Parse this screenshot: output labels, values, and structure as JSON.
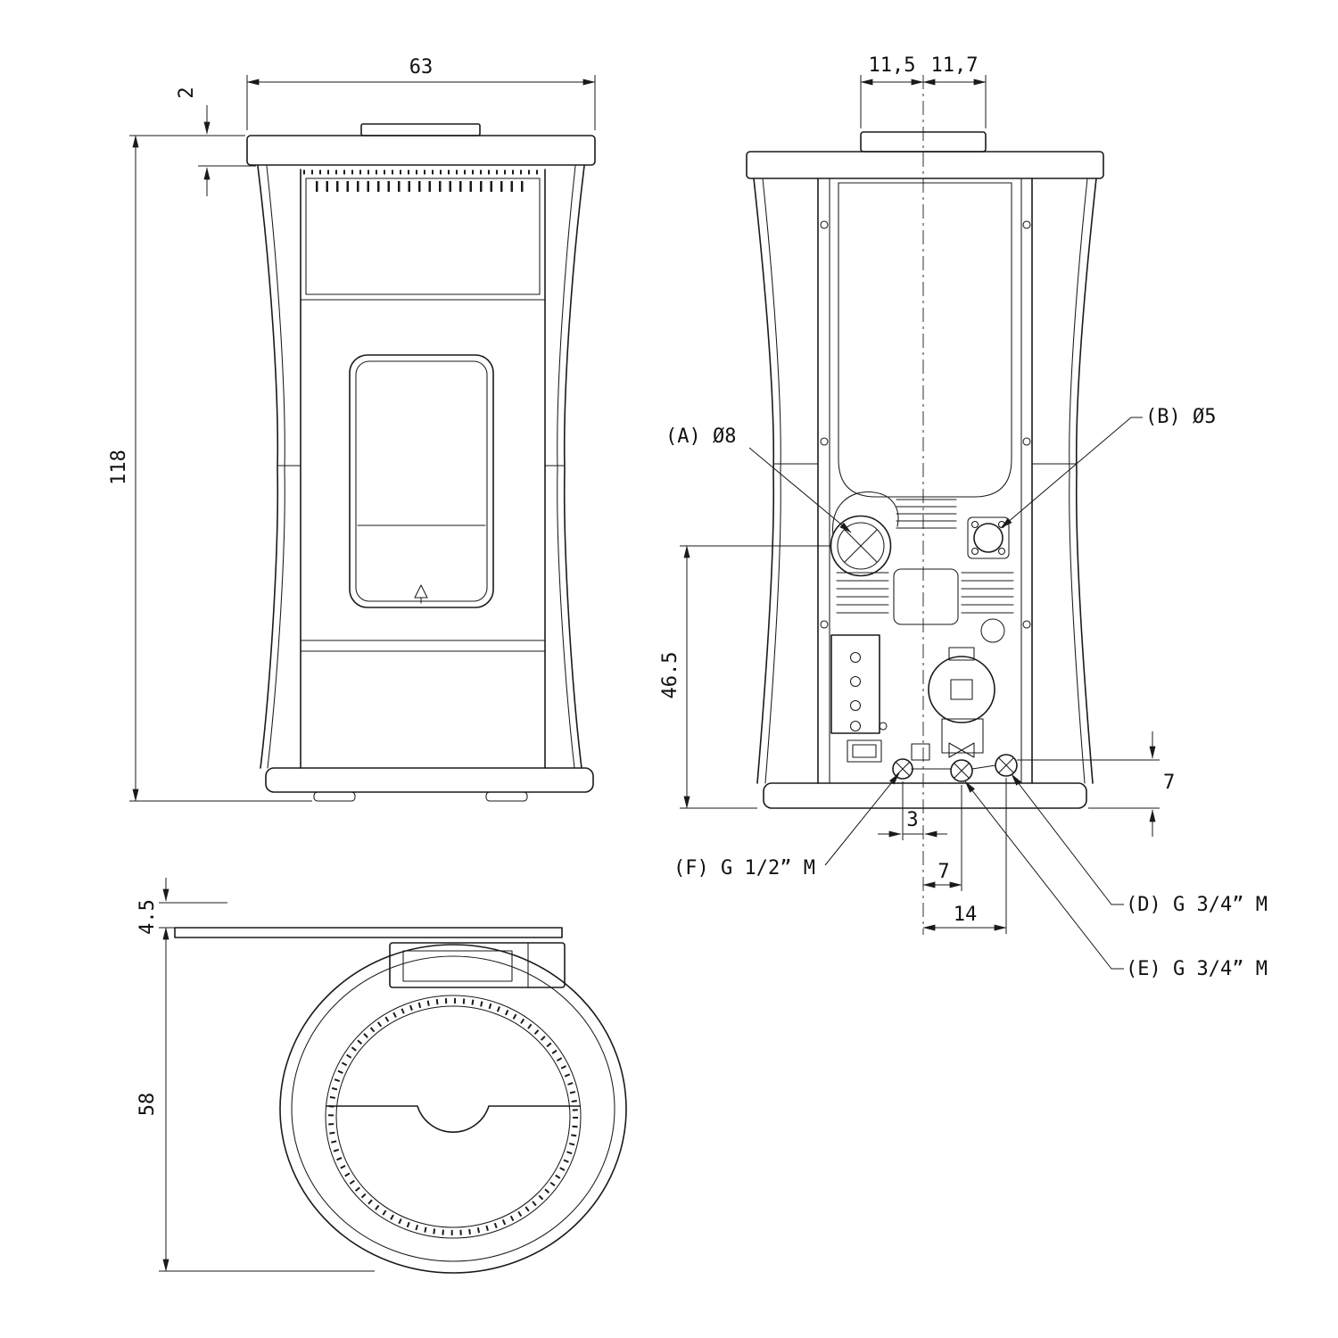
{
  "drawing": {
    "front": {
      "dim_width": "63",
      "dim_top_thickness": "2",
      "dim_height": "118"
    },
    "rear": {
      "dim_flue_offset_left": "11,5",
      "dim_flue_offset_right": "11,7",
      "dim_flue_height": "46.5",
      "dim_connection_height": "7",
      "dim_conn_spacing_3": "3",
      "dim_conn_spacing_7": "7",
      "dim_conn_spacing_14": "14",
      "label_a": "(A) Ø8",
      "label_b": "(B) Ø5",
      "label_f": "(F) G 1/2” M",
      "label_d": "(D) G 3/4” M",
      "label_e": "(E) G 3/4” M"
    },
    "top": {
      "dim_top_plate": "4.5",
      "dim_depth": "58"
    }
  }
}
